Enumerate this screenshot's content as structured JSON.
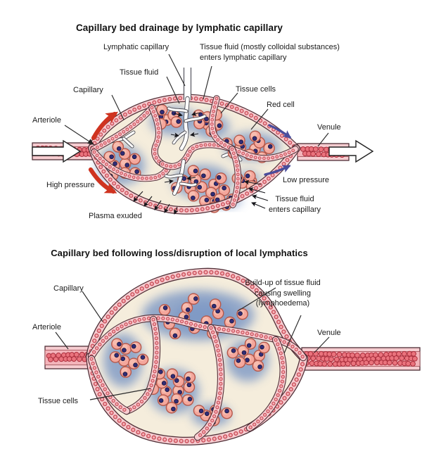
{
  "top": {
    "title": "Capillary bed drainage by lymphatic capillary",
    "labels": {
      "lymphatic_capillary": "Lymphatic capillary",
      "tissue_fluid_colloidal": "Tissue fluid (mostly colloidal substances)\nenters lymphatic capillary",
      "tissue_fluid": "Tissue fluid",
      "capillary": "Capillary",
      "tissue_cells": "Tissue cells",
      "red_cell": "Red cell",
      "arteriole": "Arteriole",
      "venule": "Venule",
      "high_pressure": "High pressure",
      "low_pressure": "Low pressure",
      "plasma_exuded": "Plasma exuded",
      "tissue_fluid_enters_capillary": "Tissue fluid\nenters capillary"
    }
  },
  "bottom": {
    "title": "Capillary bed following loss/disruption of local lymphatics",
    "labels": {
      "capillary": "Capillary",
      "buildup": "Build-up of tissue fluid\ncausing swelling\n(lymphoedema)",
      "arteriole": "Arteriole",
      "venule": "Venule",
      "tissue_cells": "Tissue cells"
    }
  },
  "colors": {
    "wall_outline": "#4f2e36",
    "wall_fill": "#f6ccd0",
    "wall_cell_outline": "#cc5560",
    "wall_cell_fill": "#f6b2b7",
    "lumen": "#f3b4ba",
    "red_cell": "#ea737d",
    "red_cell_outline": "#ab2f3d",
    "tissue_cell": "#f4a79c",
    "tissue_cell_highlight": "#f9c9bd",
    "tissue_cell_outline": "#b5584a",
    "nucleus": "#312c77",
    "fluid_blue": "#7c97c5",
    "interstitium": "#f5eddc",
    "lymph_white": "#ffffff",
    "arrow_red": "#cf3320",
    "arrow_blue": "#4a4d9c",
    "text": "#1b1b1b"
  }
}
